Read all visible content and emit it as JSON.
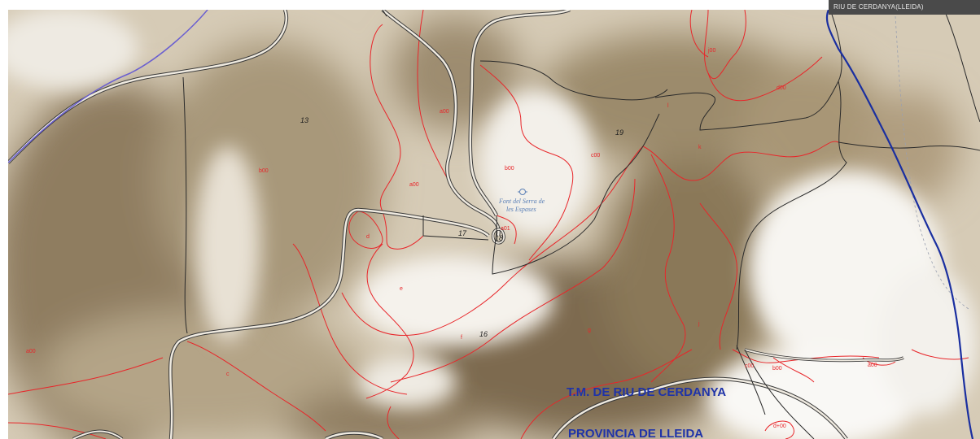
{
  "layer_tag": "RIU DE CERDANYA(LLEIDA)",
  "parcels": [
    "13",
    "19",
    "17",
    "18",
    "16"
  ],
  "subparcels": [
    "a00",
    "b00",
    "a00",
    "b00",
    "c00",
    "j00",
    "d00",
    "l",
    "k",
    "d",
    "e",
    "f",
    "g",
    "j",
    "a00",
    "c",
    "c00",
    "b00",
    "a00",
    "d+00",
    "a01"
  ],
  "spring": {
    "line1": "Font del Serra de",
    "line2": "les Espases"
  },
  "admin": {
    "municipality": "T.M. DE RIU DE CERDANYA",
    "province": "PROVINCIA DE LLEIDA"
  },
  "colors": {
    "terrain_dark": "#8c7a5e",
    "terrain_light": "#f2efe9",
    "subparcel_line": "#e8262a",
    "parcel_line": "#2a2a2a",
    "boundary": "#1a2fa0",
    "spring": "#5a7fb6"
  }
}
